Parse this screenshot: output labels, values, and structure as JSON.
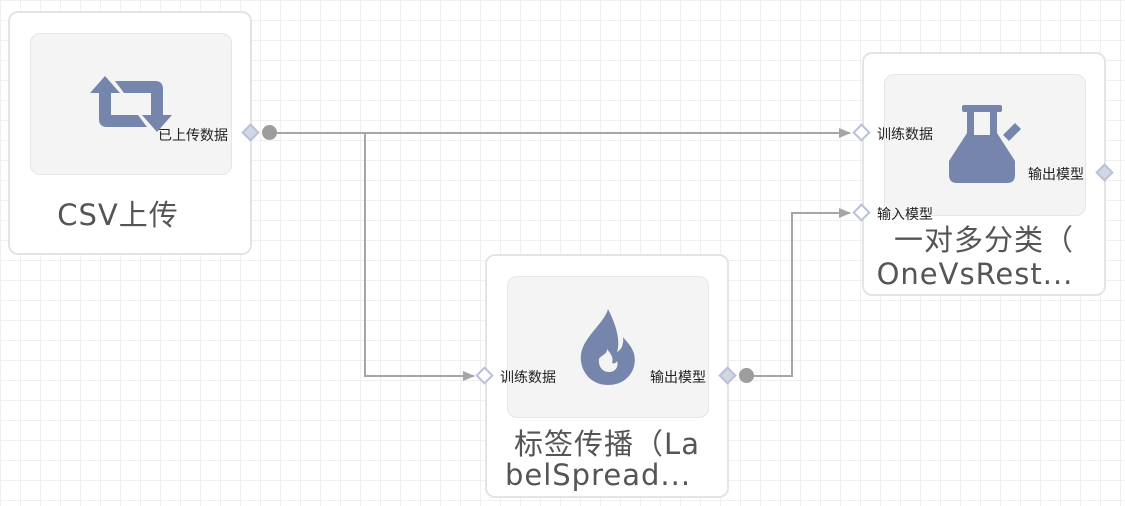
{
  "nodes": {
    "csv_upload": {
      "title": "CSV上传",
      "output_port": "已上传数据",
      "icon": "retweet-arrows-icon"
    },
    "label_spreading": {
      "title_line1": "标签传播（La",
      "title_line2": "belSpread...",
      "input_port": "训练数据",
      "output_port": "输出模型",
      "icon": "fire-icon"
    },
    "one_vs_rest": {
      "title_line1": "一对多分类（",
      "title_line2": "OneVsRest...",
      "input_train": "训练数据",
      "input_model": "输入模型",
      "output_port": "输出模型",
      "icon": "flask-icon"
    }
  },
  "colors": {
    "icon": "#7585ab",
    "wire": "#a6a6a6",
    "port_border": "#b9c1d8",
    "node_border": "#e4e4e4"
  }
}
